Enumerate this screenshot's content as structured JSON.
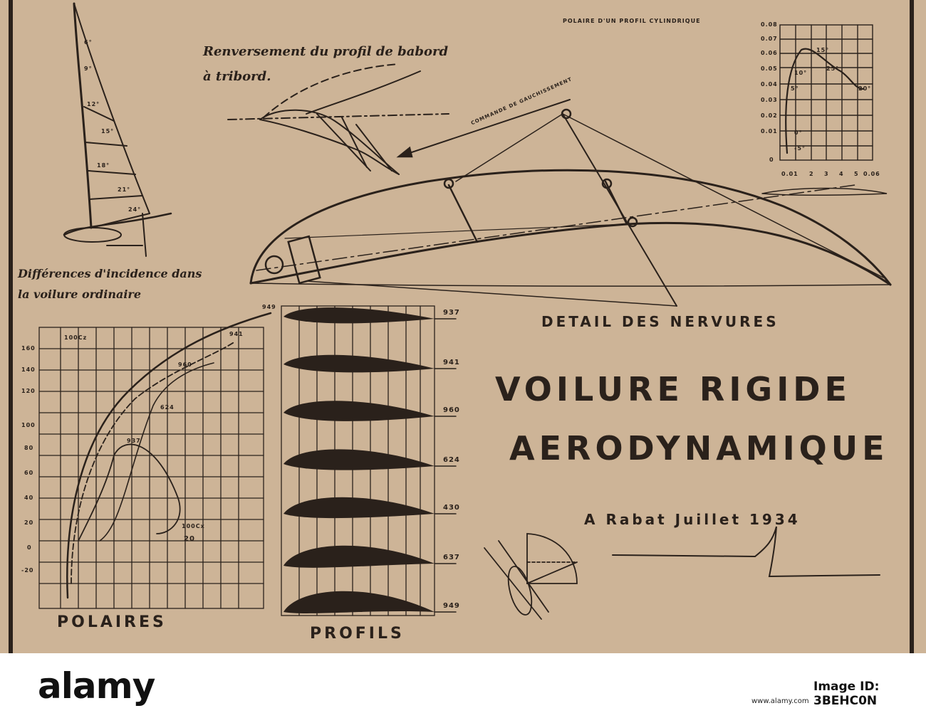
{
  "title": {
    "line1": "Voilure Rigide",
    "line2": "Aerodynamique"
  },
  "place_date": "A Rabat Juillet 1934",
  "labels": {
    "renversement": "Renversement du profil de babord",
    "renversement2": "à tribord.",
    "differences": "Différences d'incidence dans",
    "differences2": "la voilure ordinaire",
    "detail": "DETAIL DES NERVURES",
    "polaires": "POLAIRES",
    "profils": "PROFILS",
    "polaire_cyl": "POLAIRE D'UN PROFIL CYLINDRIQUE",
    "commande": "COMMANDE DE GAUCHISSEMENT"
  },
  "polar_chart": {
    "y_ticks": [
      "160",
      "140",
      "120",
      "100",
      "80",
      "60",
      "40",
      "20",
      "0",
      "-20"
    ],
    "x_label": "100Cx",
    "y_label": "100Cz",
    "x_tick": "20",
    "curve_labels": [
      "949",
      "941",
      "960",
      "624",
      "937"
    ]
  },
  "cyl_chart": {
    "y_ticks": [
      "0.08",
      "0.07",
      "0.06",
      "0.05",
      "0.04",
      "0.03",
      "0.02",
      "0.01",
      "0"
    ],
    "x_ticks": [
      "0.01",
      "2",
      "3",
      "4",
      "5",
      "0.06"
    ],
    "angle_labels": [
      "15°",
      "10°",
      "5°",
      "0°",
      "-5°",
      "25°",
      "20°"
    ]
  },
  "profile_numbers": [
    "937",
    "941",
    "960",
    "624",
    "430",
    "637",
    "949"
  ],
  "mast_angles": [
    "6°",
    "9°",
    "12°",
    "15°",
    "18°",
    "21°",
    "24°"
  ],
  "alamy": {
    "logo": "alamy",
    "stock_id": "Image ID: 3BEHC0N",
    "credit": "www.alamy.com"
  },
  "colors": {
    "paper": "#cdb497",
    "ink": "#2a211b"
  }
}
